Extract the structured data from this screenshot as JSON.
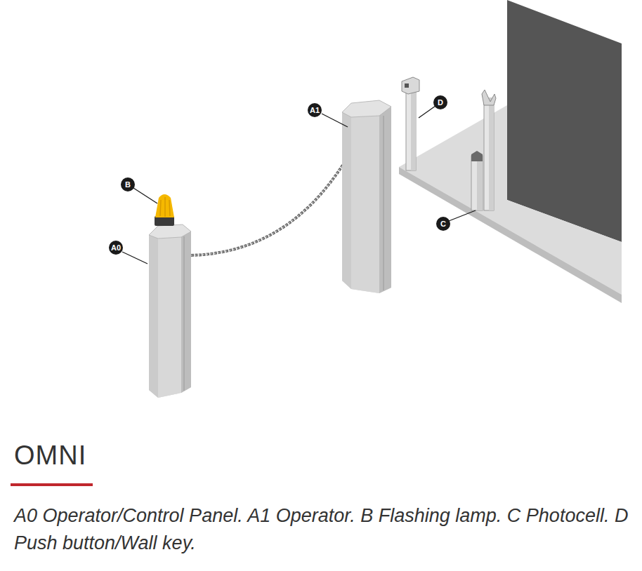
{
  "diagram": {
    "title": "OMNI",
    "caption": "A0 Operator/Control Panel. A1 Operator. B Flashing lamp. C Photocell. D Push button/Wall key.",
    "labels": [
      "A1",
      "D",
      "B",
      "A0",
      "C"
    ]
  }
}
